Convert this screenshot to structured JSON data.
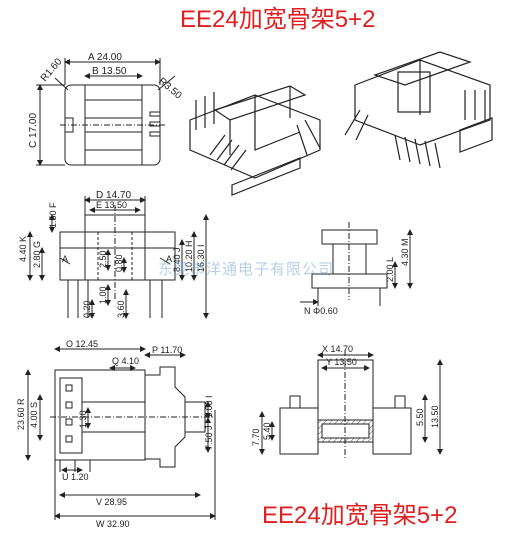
{
  "title": "EE24加宽骨架5+2",
  "watermark": "东莞市洋通电子有限公司",
  "top_view": {
    "dim_a": {
      "letter": "A",
      "value": "24.00"
    },
    "dim_b": {
      "letter": "B",
      "value": "13.50"
    },
    "dim_c": {
      "letter": "C",
      "value": "17.00"
    },
    "r1": "R1.60",
    "r2": "R3.50"
  },
  "front_view": {
    "dim_d": {
      "letter": "D",
      "value": "14.70"
    },
    "dim_e": {
      "letter": "E",
      "value": "13.50"
    },
    "dim_f": {
      "letter": "F",
      "value": "1.50"
    },
    "dim_g": {
      "letter": "G",
      "value": "2.80"
    },
    "dim_k": {
      "letter": "K",
      "value": "4.40"
    },
    "dim_j": {
      "letter": "J",
      "value": "8.40"
    },
    "dim_h": {
      "letter": "H",
      "value": "10.20"
    },
    "dim_i": {
      "letter": "I",
      "value": "16.30"
    },
    "v_250": "2.50",
    "v_080": "0.80",
    "v_100": "1.00",
    "v_020": "0.20",
    "v_360": "3.60",
    "section_a": "A"
  },
  "side_view": {
    "dim_l": {
      "letter": "L",
      "value": "2.00"
    },
    "dim_m": {
      "letter": "M",
      "value": "4.30"
    },
    "dim_n": {
      "letter": "N",
      "value": "0.60",
      "prefix": "Φ"
    }
  },
  "bottom_view": {
    "dim_o": {
      "letter": "O",
      "value": "12.45"
    },
    "dim_p": {
      "letter": "P",
      "value": "11.70"
    },
    "dim_q": {
      "letter": "Q",
      "value": "4.10"
    },
    "dim_r": {
      "letter": "R",
      "value": "23.60"
    },
    "dim_s": {
      "letter": "S",
      "value": "4.00"
    },
    "dim_t": {
      "letter": "T",
      "value": "1.30"
    },
    "dim_u": {
      "letter": "U",
      "value": "1.20"
    },
    "dim_v": {
      "letter": "V",
      "value": "28.95"
    },
    "dim_w": {
      "letter": "W",
      "value": "32.90"
    },
    "dim_1": {
      "letter": "I",
      "value": "1.00"
    },
    "dim_2": {
      "letter": "J",
      "value": "7.50"
    }
  },
  "section_view": {
    "dim_x": {
      "letter": "X",
      "value": "14.70"
    },
    "dim_y": {
      "letter": "Y",
      "value": "13.50"
    },
    "v_770": "7.70",
    "v_540": "5.40",
    "v_550": "5.50",
    "v_1350": "13.50"
  },
  "colors": {
    "line": "#222222",
    "title": "#e02020",
    "watermark": "#7fa8d6",
    "hatch": "#555555"
  }
}
